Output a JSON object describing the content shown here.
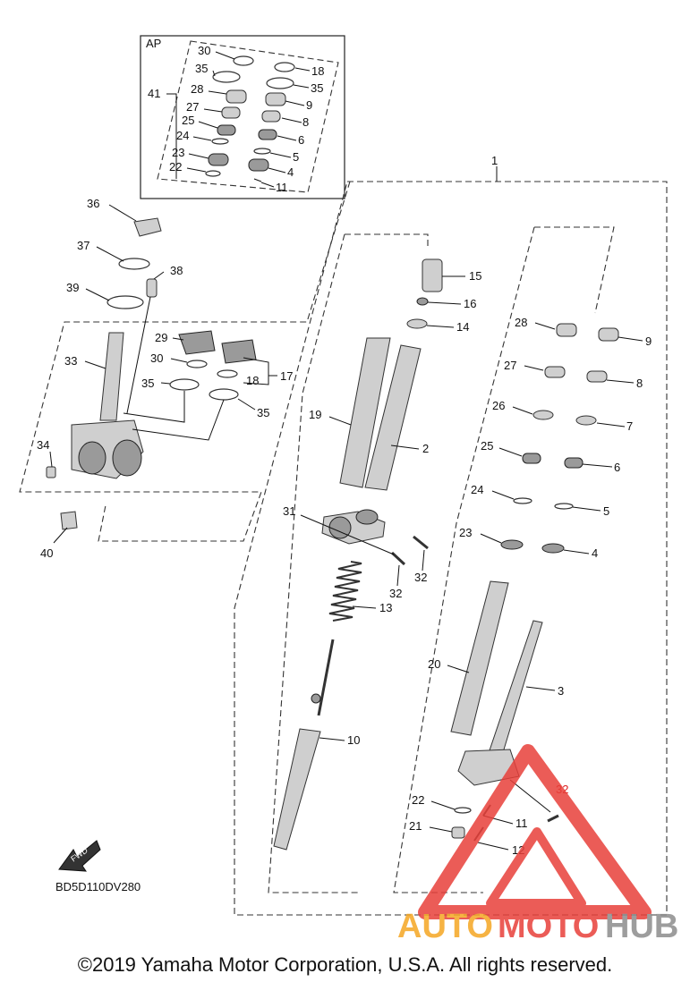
{
  "diagram": {
    "inset_label": "AP",
    "diagram_code": "BD5D110DV280",
    "fwd_label": "FWD",
    "copyright": "©2019 Yamaha Motor Corporation, U.S.A. All rights reserved.",
    "watermark": {
      "part1": "AUTO",
      "part2": "MOTO",
      "part3": "HUB"
    },
    "colors": {
      "line": "#333333",
      "watermark_red": "#e8403a",
      "watermark_orange": "#f5a623",
      "watermark_gray": "#8c8c8c"
    }
  },
  "callouts": [
    {
      "id": "c-ap-30",
      "text": "30"
    },
    {
      "id": "c-ap-18",
      "text": "18"
    },
    {
      "id": "c-ap-35a",
      "text": "35"
    },
    {
      "id": "c-ap-35b",
      "text": "35"
    },
    {
      "id": "c-ap-41",
      "text": "41"
    },
    {
      "id": "c-ap-28",
      "text": "28"
    },
    {
      "id": "c-ap-9",
      "text": "9"
    },
    {
      "id": "c-ap-27",
      "text": "27"
    },
    {
      "id": "c-ap-8",
      "text": "8"
    },
    {
      "id": "c-ap-25",
      "text": "25"
    },
    {
      "id": "c-ap-6",
      "text": "6"
    },
    {
      "id": "c-ap-24",
      "text": "24"
    },
    {
      "id": "c-ap-5",
      "text": "5"
    },
    {
      "id": "c-ap-23",
      "text": "23"
    },
    {
      "id": "c-ap-4",
      "text": "4"
    },
    {
      "id": "c-ap-22",
      "text": "22"
    },
    {
      "id": "c-ap-11",
      "text": "11"
    },
    {
      "id": "c-1",
      "text": "1"
    },
    {
      "id": "c-36",
      "text": "36"
    },
    {
      "id": "c-37",
      "text": "37"
    },
    {
      "id": "c-38",
      "text": "38"
    },
    {
      "id": "c-39",
      "text": "39"
    },
    {
      "id": "c-15",
      "text": "15"
    },
    {
      "id": "c-16",
      "text": "16"
    },
    {
      "id": "c-14",
      "text": "14"
    },
    {
      "id": "c-33",
      "text": "33"
    },
    {
      "id": "c-29",
      "text": "29"
    },
    {
      "id": "c-30",
      "text": "30"
    },
    {
      "id": "c-17",
      "text": "17"
    },
    {
      "id": "c-18",
      "text": "18"
    },
    {
      "id": "c-35a",
      "text": "35"
    },
    {
      "id": "c-35b",
      "text": "35"
    },
    {
      "id": "c-34",
      "text": "34"
    },
    {
      "id": "c-40",
      "text": "40"
    },
    {
      "id": "c-19",
      "text": "19"
    },
    {
      "id": "c-2",
      "text": "2"
    },
    {
      "id": "c-28",
      "text": "28"
    },
    {
      "id": "c-9",
      "text": "9"
    },
    {
      "id": "c-27",
      "text": "27"
    },
    {
      "id": "c-8",
      "text": "8"
    },
    {
      "id": "c-26",
      "text": "26"
    },
    {
      "id": "c-7",
      "text": "7"
    },
    {
      "id": "c-25",
      "text": "25"
    },
    {
      "id": "c-6",
      "text": "6"
    },
    {
      "id": "c-24",
      "text": "24"
    },
    {
      "id": "c-5",
      "text": "5"
    },
    {
      "id": "c-23",
      "text": "23"
    },
    {
      "id": "c-4",
      "text": "4"
    },
    {
      "id": "c-31",
      "text": "31"
    },
    {
      "id": "c-32a",
      "text": "32"
    },
    {
      "id": "c-32b",
      "text": "32"
    },
    {
      "id": "c-13",
      "text": "13"
    },
    {
      "id": "c-20",
      "text": "20"
    },
    {
      "id": "c-3",
      "text": "3"
    },
    {
      "id": "c-10",
      "text": "10"
    },
    {
      "id": "c-22",
      "text": "22"
    },
    {
      "id": "c-11",
      "text": "11"
    },
    {
      "id": "c-32c",
      "text": "32"
    },
    {
      "id": "c-21",
      "text": "21"
    },
    {
      "id": "c-12",
      "text": "12"
    }
  ]
}
